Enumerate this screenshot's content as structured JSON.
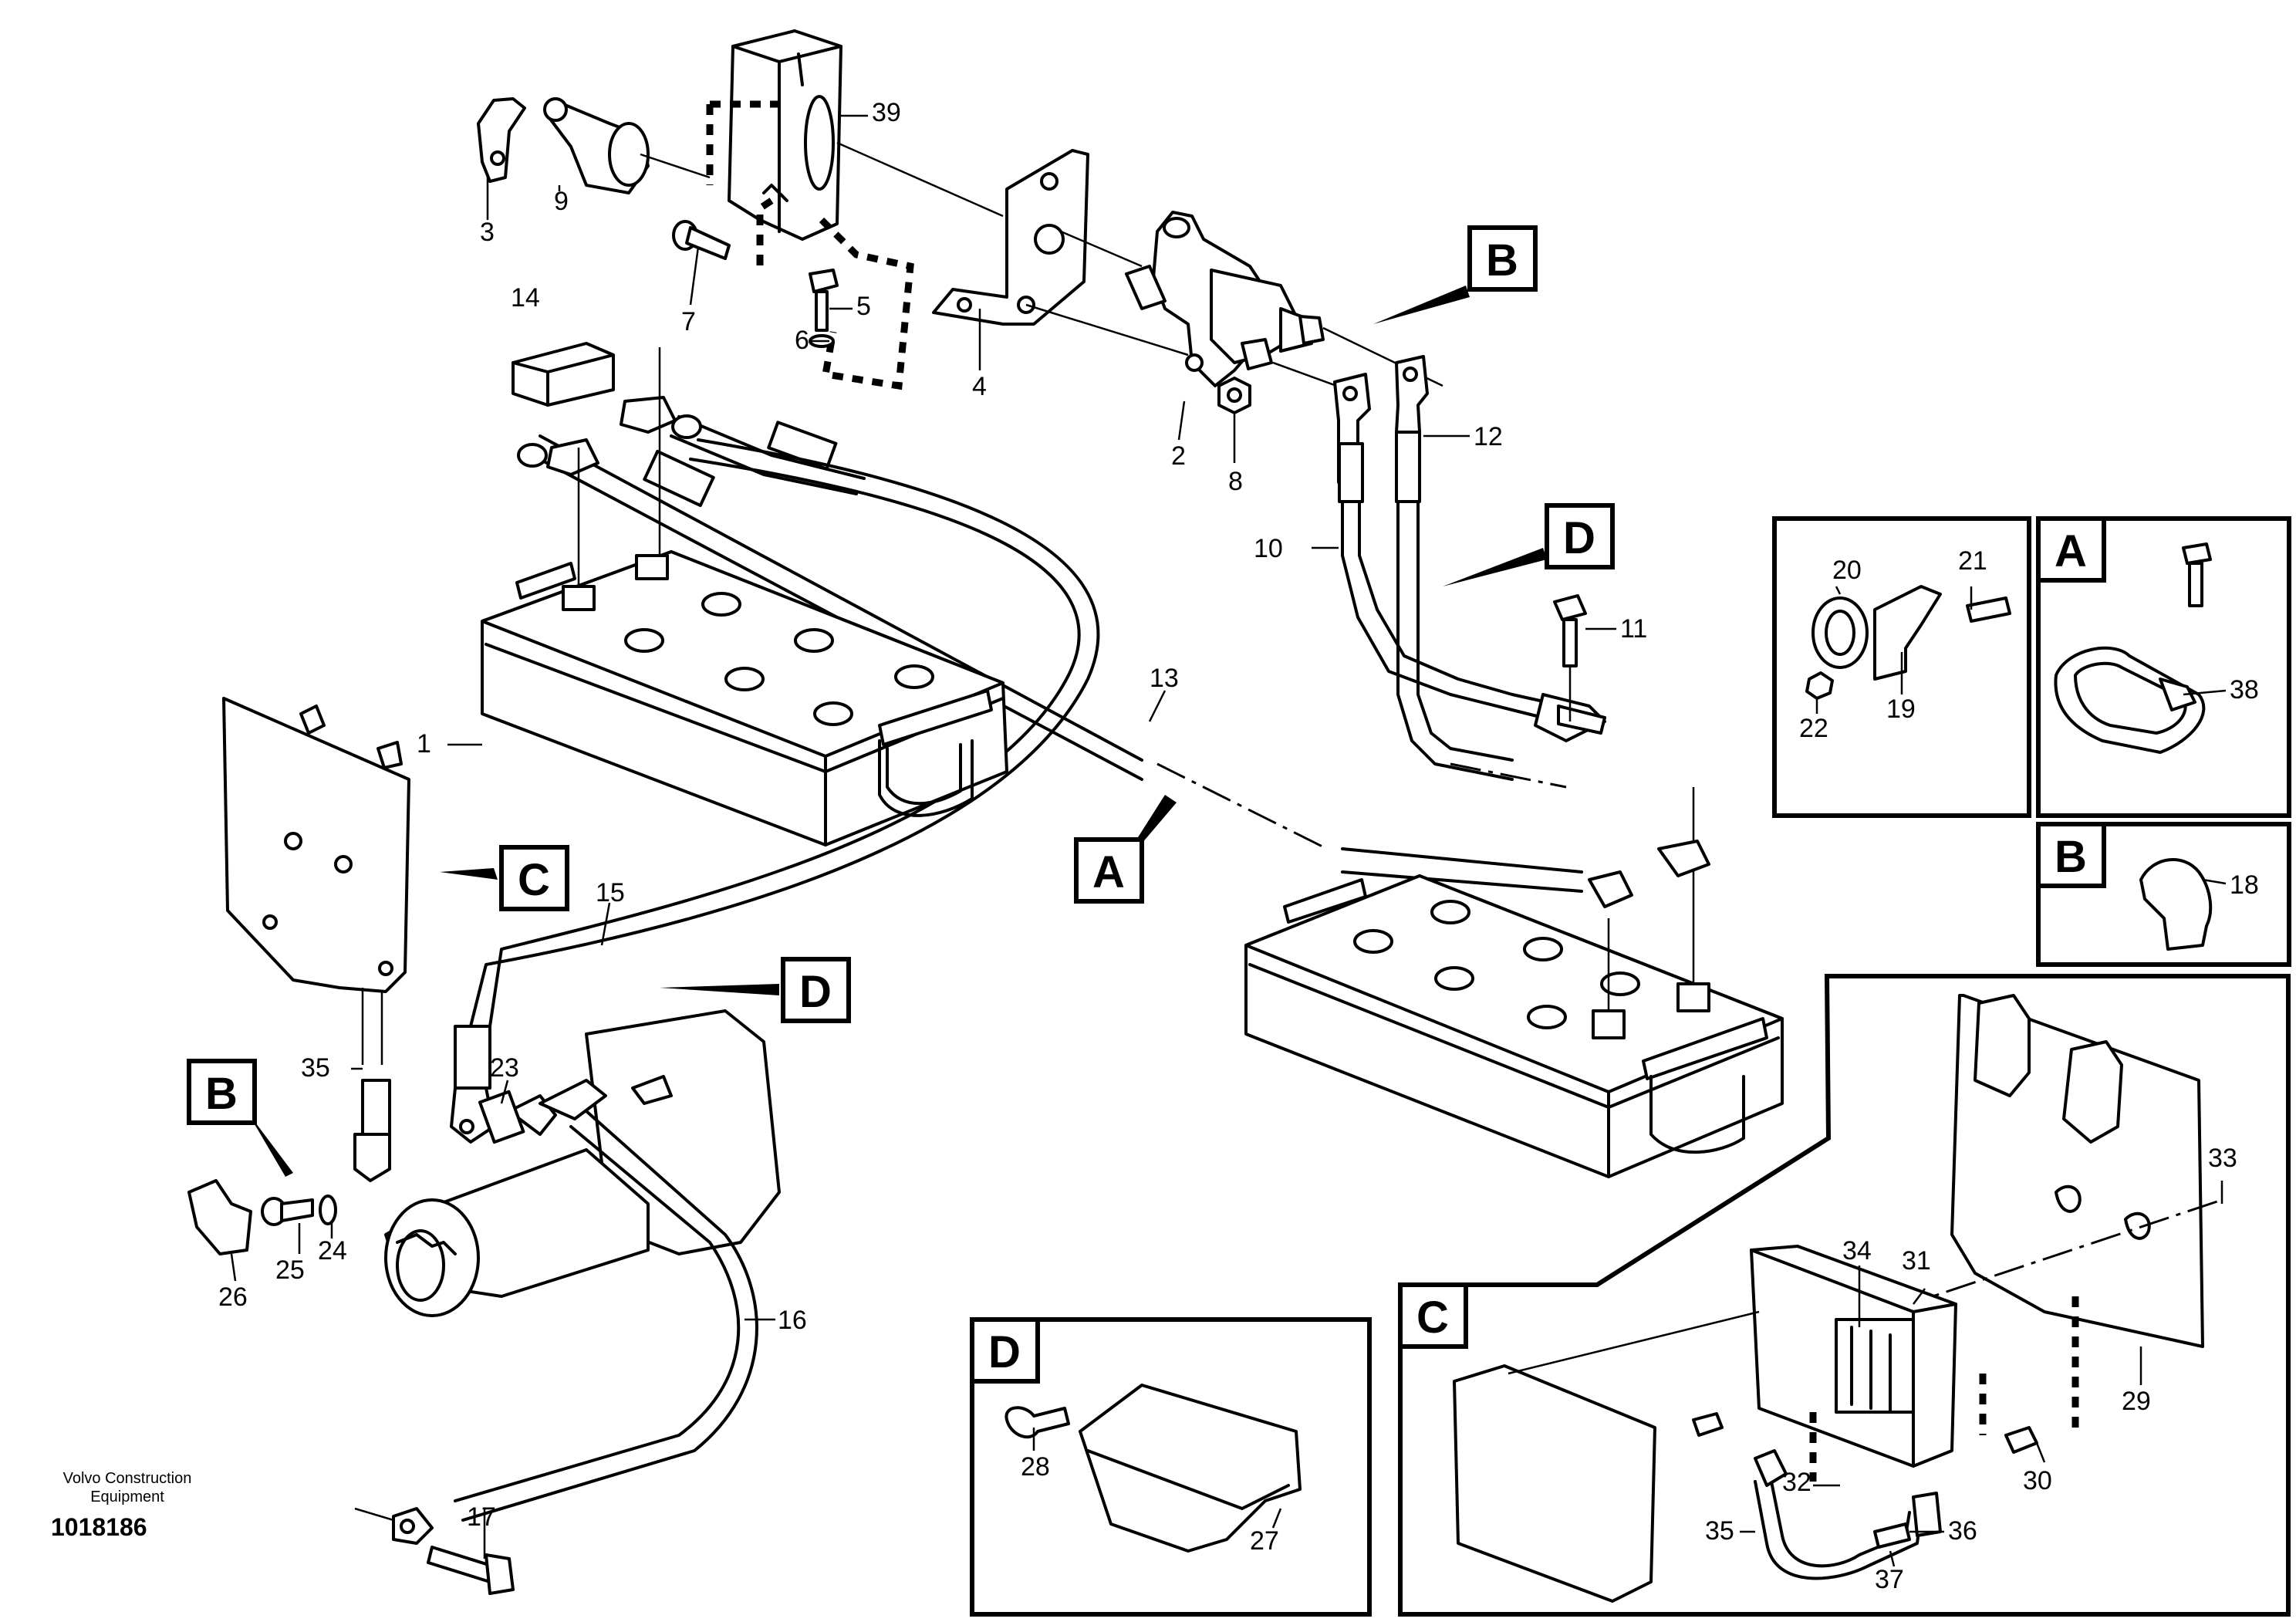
{
  "caption": {
    "line1": "Volvo Construction",
    "line2": "Equipment"
  },
  "drawing_number": "1018186",
  "view_labels": {
    "a": "A",
    "b": "B",
    "c": "C",
    "d": "D"
  },
  "part_numbers": {
    "p1": "1",
    "p2": "2",
    "p3": "3",
    "p4": "4",
    "p5": "5",
    "p6": "6",
    "p7": "7",
    "p8": "8",
    "p9": "9",
    "p10": "10",
    "p11": "11",
    "p12": "12",
    "p13": "13",
    "p14": "14",
    "p15": "15",
    "p16": "16",
    "p17": "17",
    "p18": "18",
    "p19": "19",
    "p20": "20",
    "p21": "21",
    "p22": "22",
    "p23": "23",
    "p24": "24",
    "p25": "25",
    "p26": "26",
    "p27": "27",
    "p28": "28",
    "p29": "29",
    "p30": "30",
    "p31": "31",
    "p32": "32",
    "p33": "33",
    "p34": "34",
    "p35": "35",
    "p36": "36",
    "p37": "37",
    "p38": "38",
    "p39": "39"
  }
}
